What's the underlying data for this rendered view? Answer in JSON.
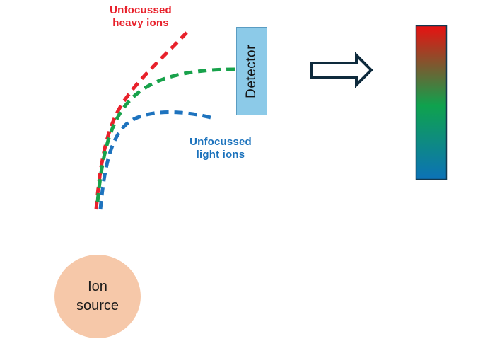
{
  "scene": {
    "background_color": "#FFFFFF",
    "description_labels": {
      "heavy_ions": {
        "line1": "Unfocussed",
        "line2": "heavy ions",
        "color": "#E8212B"
      },
      "light_ions": {
        "line1": "Unfocussed",
        "line2": "light ions",
        "color": "#1B72BC"
      }
    }
  },
  "detector": {
    "label": "Detector",
    "fill_color": "#8CCAE8"
  },
  "ion_source": {
    "line1": "Ion",
    "line2": "source",
    "fill_color": "#F6C8A9"
  },
  "arrow": {
    "direction": "right",
    "fill_color": "#FFFFFF",
    "outline_color": "#0E2A3C"
  },
  "trajectories": {
    "heavy": {
      "name": "unfocussed heavy ions trajectory",
      "color": "#E8212B",
      "line_style": "dashed"
    },
    "medium": {
      "name": "medium mass ions trajectory (reaches detector)",
      "color": "#18A24B",
      "line_style": "dashed"
    },
    "light": {
      "name": "unfocussed light ions trajectory",
      "color": "#1E73BE",
      "line_style": "dashed"
    }
  },
  "gradient_bar": {
    "meaning": "mass spectrum color scale",
    "top_color": "#E81111",
    "middle_color": "#0FA24E",
    "bottom_color": "#0C72B7"
  }
}
